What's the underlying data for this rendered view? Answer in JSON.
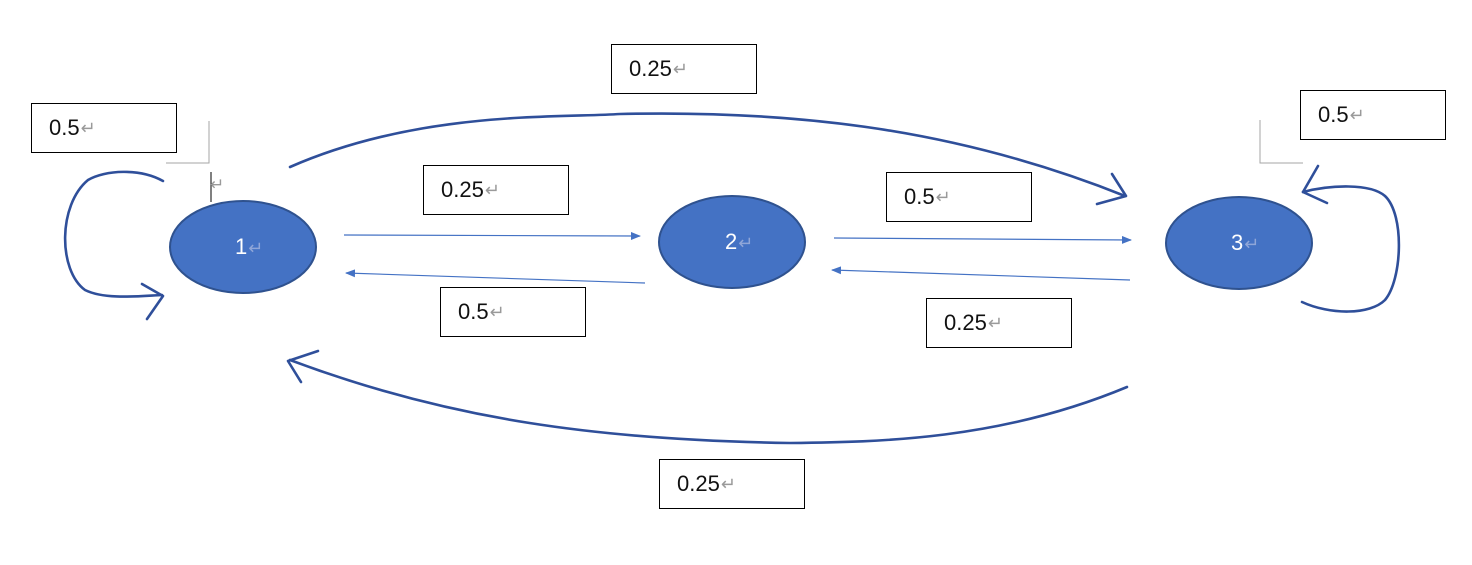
{
  "diagram": {
    "nodes": [
      {
        "id": "1",
        "label": "1"
      },
      {
        "id": "2",
        "label": "2"
      },
      {
        "id": "3",
        "label": "3"
      }
    ],
    "edges": [
      {
        "from": "1",
        "to": "1",
        "label": "0.5"
      },
      {
        "from": "1",
        "to": "2",
        "label": "0.25"
      },
      {
        "from": "1",
        "to": "3",
        "label": "0.25"
      },
      {
        "from": "2",
        "to": "1",
        "label": "0.5"
      },
      {
        "from": "2",
        "to": "3",
        "label": "0.5"
      },
      {
        "from": "3",
        "to": "2",
        "label": "0.25"
      },
      {
        "from": "3",
        "to": "1",
        "label": "0.25"
      },
      {
        "from": "3",
        "to": "3",
        "label": "0.5"
      }
    ],
    "return_mark": "↵",
    "colors": {
      "node_fill": "#4472C4",
      "node_stroke": "#2F528F",
      "arrow": "#4472C4",
      "hand_arrow": "#2F4F9A"
    }
  }
}
